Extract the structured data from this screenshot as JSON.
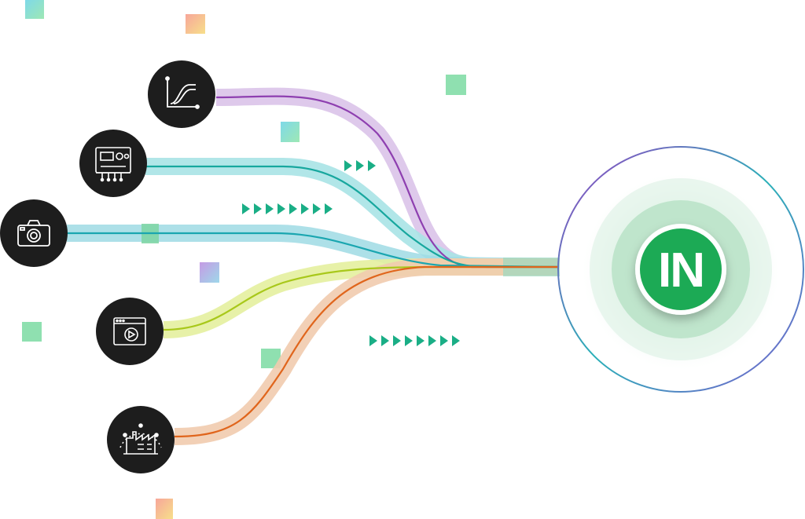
{
  "hub": {
    "logo_text": "IN",
    "logo_color": "#1faa55",
    "ring_gradient": [
      "#9a3fc4",
      "#2ab0b8",
      "#3bb58a"
    ]
  },
  "sources": [
    {
      "icon": "line-chart-icon",
      "color": "#8e3fb0",
      "band": "#dcc6ea"
    },
    {
      "icon": "control-panel-icon",
      "color": "#17a79e",
      "band": "#a9e3e6"
    },
    {
      "icon": "camera-icon",
      "color": "#1aa6b0",
      "band": "#9fdbe4"
    },
    {
      "icon": "video-player-icon",
      "color": "#a8c81a",
      "band": "#e4ef9e"
    },
    {
      "icon": "factory-icon",
      "color": "#e0651c",
      "band": "#f1cbae"
    }
  ],
  "arrow_color": "#1aae86",
  "arrow_groups": [
    3,
    8,
    8
  ],
  "decor_colors": [
    "#7fdcaa",
    "#f4b59a",
    "#8fd8e0",
    "#c89be0"
  ]
}
